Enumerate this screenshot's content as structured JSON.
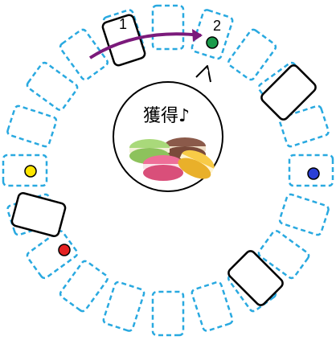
{
  "board": {
    "slot_count": 20,
    "colors": {
      "slot_outline": "#29a9e0",
      "card_outline": "#000000",
      "arrow": "#7b1a7b",
      "marker_yellow": "#ffe600",
      "marker_blue": "#2b3fd6",
      "marker_red": "#e52222",
      "marker_green": "#1a9a4a"
    }
  },
  "cards": {
    "card1_label": "1",
    "card2_label": "2"
  },
  "bubble": {
    "text": "獲得♪",
    "image_name": "macarons-image",
    "macaron_colors": [
      "#9bd069",
      "#8b5a4a",
      "#e8608a",
      "#f5c23a"
    ]
  }
}
